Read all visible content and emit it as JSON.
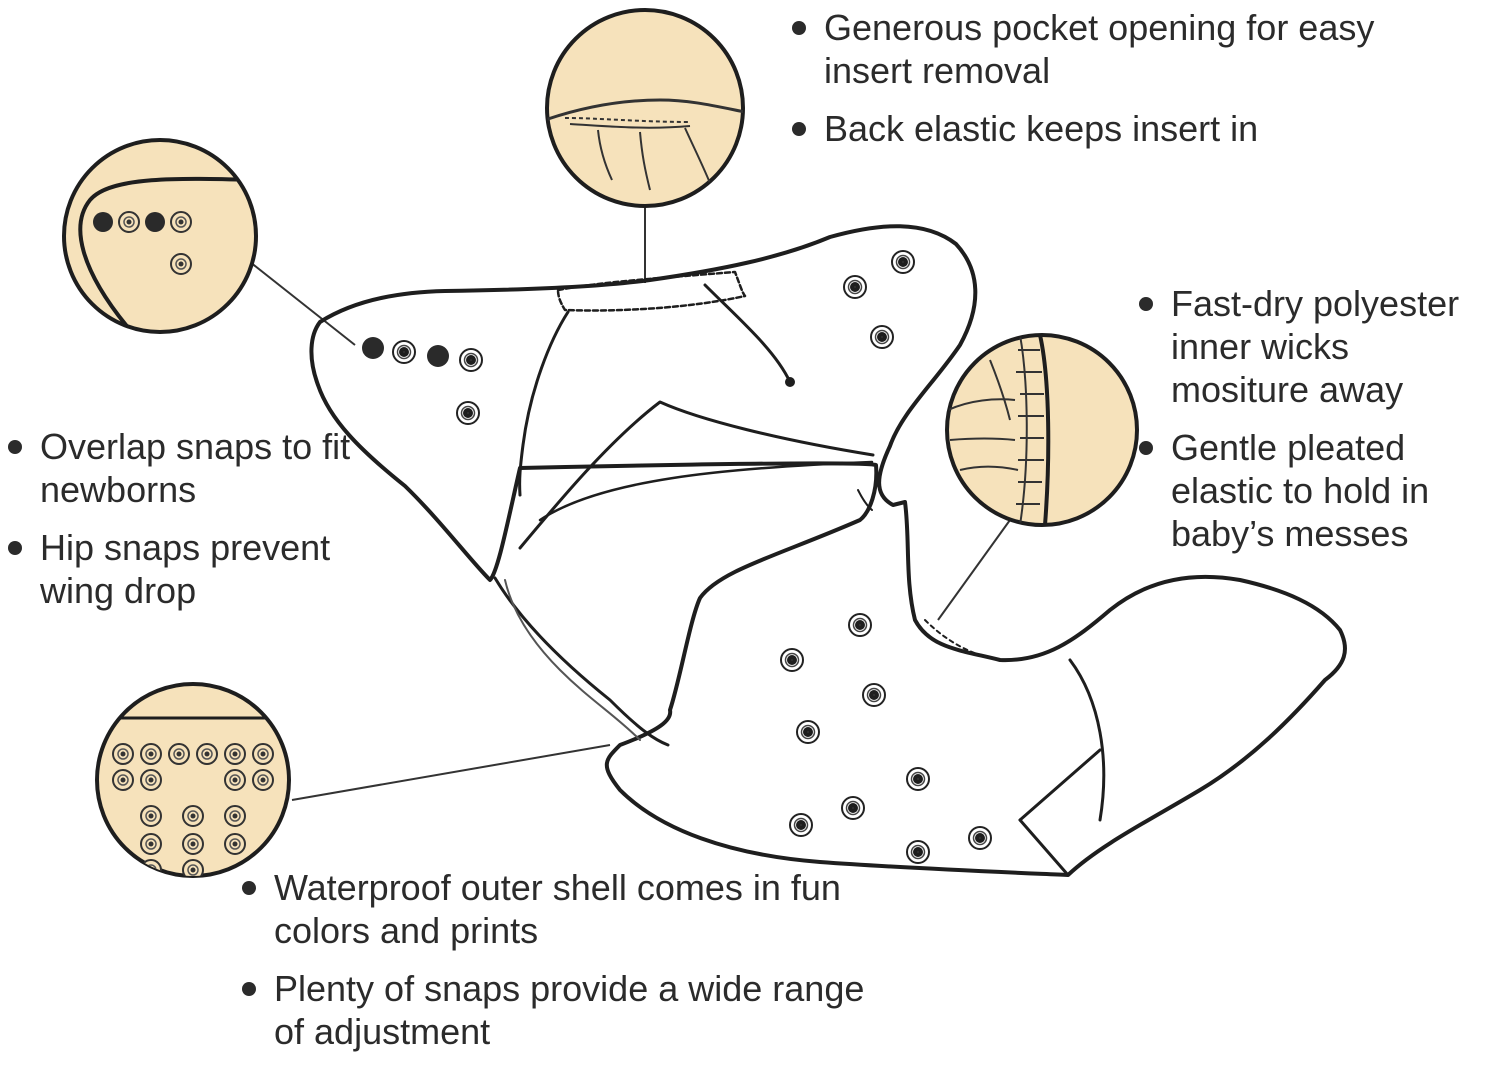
{
  "colors": {
    "zoom_fill": "#f6e2bb",
    "outline": "#1e1e1e",
    "text": "#2b2b2b",
    "snap_dark": "#2a2a2a"
  },
  "callouts": {
    "pocket": [
      "Generous pocket opening for easy insert removal",
      "Back elastic keeps insert in"
    ],
    "inner": [
      "Fast-dry polyester inner wicks mositure away",
      "Gentle pleated elastic to hold in baby’s messes"
    ],
    "overlap": [
      "Overlap snaps to fit newborns",
      "Hip snaps prevent wing drop"
    ],
    "shell": [
      "Waterproof outer shell comes in fun colors and prints",
      "Plenty of snaps provide a wide range of adjustment"
    ]
  },
  "icons": [
    "pocket-zoom-icon",
    "overlap-snaps-zoom-icon",
    "inner-elastic-zoom-icon",
    "snap-grid-zoom-icon",
    "diaper-illustration"
  ]
}
